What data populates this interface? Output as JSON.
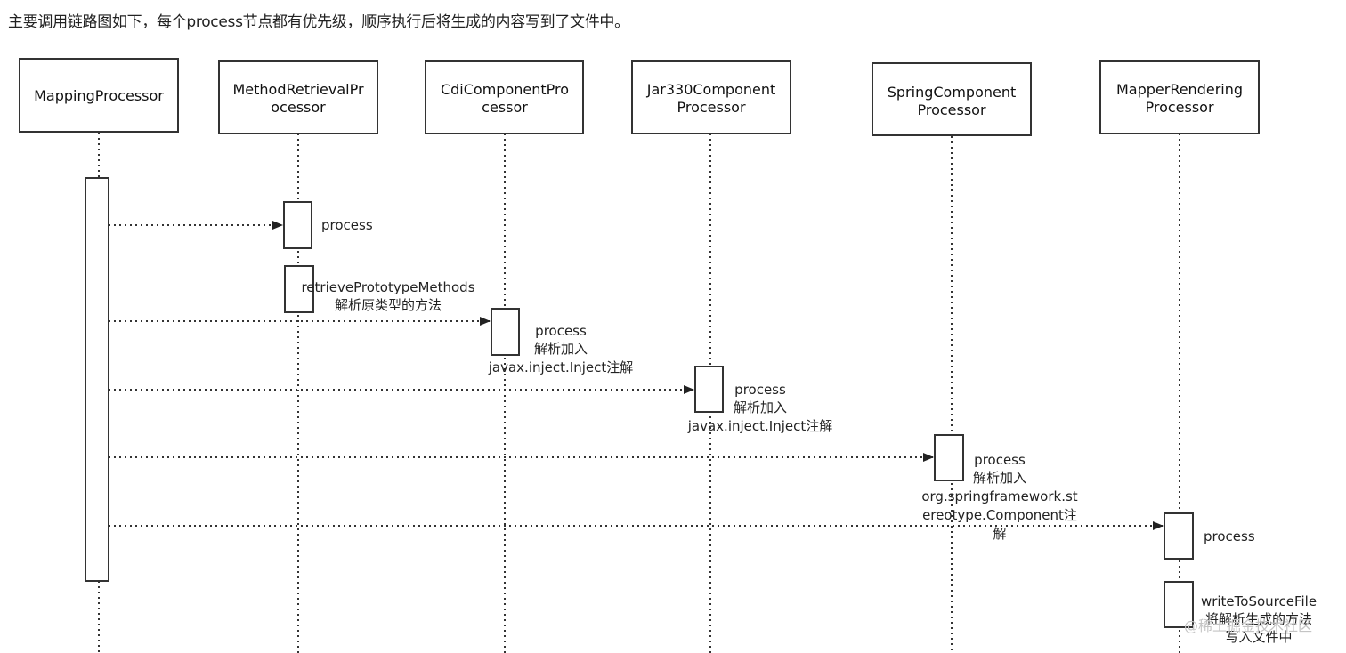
{
  "intro": "主要调用链路图如下，每个process节点都有优先级，顺序执行后将生成的内容写到了文件中。",
  "participants": [
    {
      "id": "mapping",
      "lines": [
        "MappingProcessor"
      ]
    },
    {
      "id": "method",
      "lines": [
        "MethodRetrievalPr",
        "ocessor"
      ]
    },
    {
      "id": "cdi",
      "lines": [
        "CdiComponentPro",
        "cessor"
      ]
    },
    {
      "id": "jar330",
      "lines": [
        "Jar330Component",
        "Processor"
      ]
    },
    {
      "id": "spring",
      "lines": [
        "SpringComponent",
        "Processor"
      ]
    },
    {
      "id": "mapper",
      "lines": [
        "MapperRendering",
        "Processor"
      ]
    }
  ],
  "messages": [
    {
      "to": "method",
      "lines": [
        "process"
      ]
    },
    {
      "to": "cdi",
      "lines": [
        "process",
        "解析加入",
        "javax.inject.Inject注解"
      ]
    },
    {
      "to": "jar330",
      "lines": [
        "process",
        "解析加入",
        "javax.inject.Inject注解"
      ]
    },
    {
      "to": "spring",
      "lines": [
        "process",
        "解析加入",
        "org.springframework.st",
        "ereotype.Component注",
        "解"
      ]
    },
    {
      "to": "mapper",
      "lines": [
        "process"
      ]
    }
  ],
  "self_calls": [
    {
      "on": "method",
      "lines": [
        "retrievePrototypeMethods",
        "解析原类型的方法"
      ]
    },
    {
      "on": "mapper",
      "lines": [
        "writeToSourceFile",
        "将解析生成的方法",
        "写入文件中"
      ]
    }
  ],
  "watermark": "@稀土掘金技术社区"
}
